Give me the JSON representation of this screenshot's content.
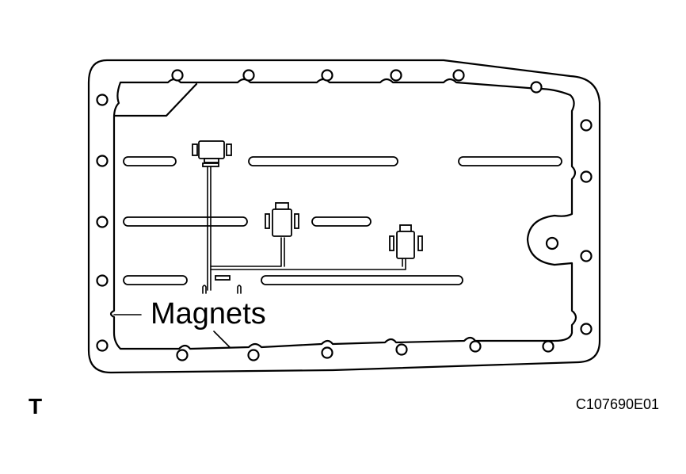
{
  "callout": {
    "text": "Magnets"
  },
  "corner_mark": {
    "text": "T"
  },
  "figure_code": {
    "text": "C107690E01"
  },
  "colors": {
    "line": "#000000",
    "background": "#ffffff"
  }
}
